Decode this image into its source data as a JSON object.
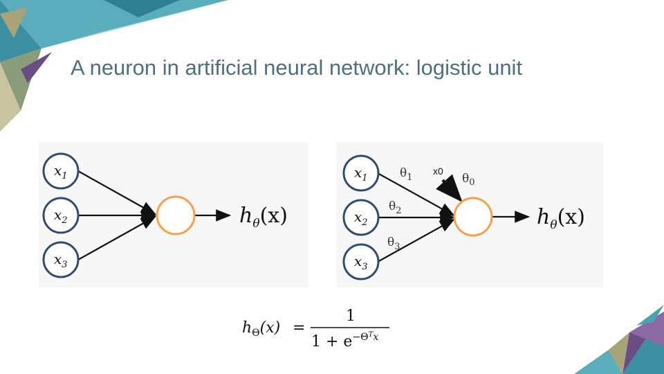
{
  "slide": {
    "title": "A neuron in artificial neural network: logistic unit"
  },
  "colors": {
    "title": "#4d6f82",
    "input_node_stroke": "#2f4b73",
    "neuron_stroke": "#f5a04a",
    "arrow": "#111111",
    "deco_teal": "#4aa3b3",
    "deco_purple": "#6b4d86",
    "deco_olive": "#a9a37a"
  },
  "diagram_left": {
    "inputs": [
      {
        "var": "x",
        "sub": "1"
      },
      {
        "var": "x",
        "sub": "2"
      },
      {
        "var": "x",
        "sub": "3"
      }
    ],
    "output": {
      "h": "h",
      "h_sub": "θ",
      "arg": "(x)"
    }
  },
  "diagram_right": {
    "inputs": [
      {
        "var": "x",
        "sub": "1"
      },
      {
        "var": "x",
        "sub": "2"
      },
      {
        "var": "x",
        "sub": "3"
      }
    ],
    "weights": [
      {
        "sym": "θ",
        "sub": "1"
      },
      {
        "sym": "θ",
        "sub": "2"
      },
      {
        "sym": "θ",
        "sub": "3"
      }
    ],
    "bias_input": "x0",
    "bias_weight": {
      "sym": "θ",
      "sub": "0"
    },
    "output": {
      "h": "h",
      "h_sub": "θ",
      "arg": "(x)"
    }
  },
  "formula": {
    "lhs_h": "h",
    "lhs_sub": "Θ",
    "lhs_arg": "(x)",
    "equals": "=",
    "numerator": "1",
    "denominator_base": "1 + e",
    "exponent": "−Θ",
    "exponent_sup": "T",
    "exponent_var": "x"
  }
}
